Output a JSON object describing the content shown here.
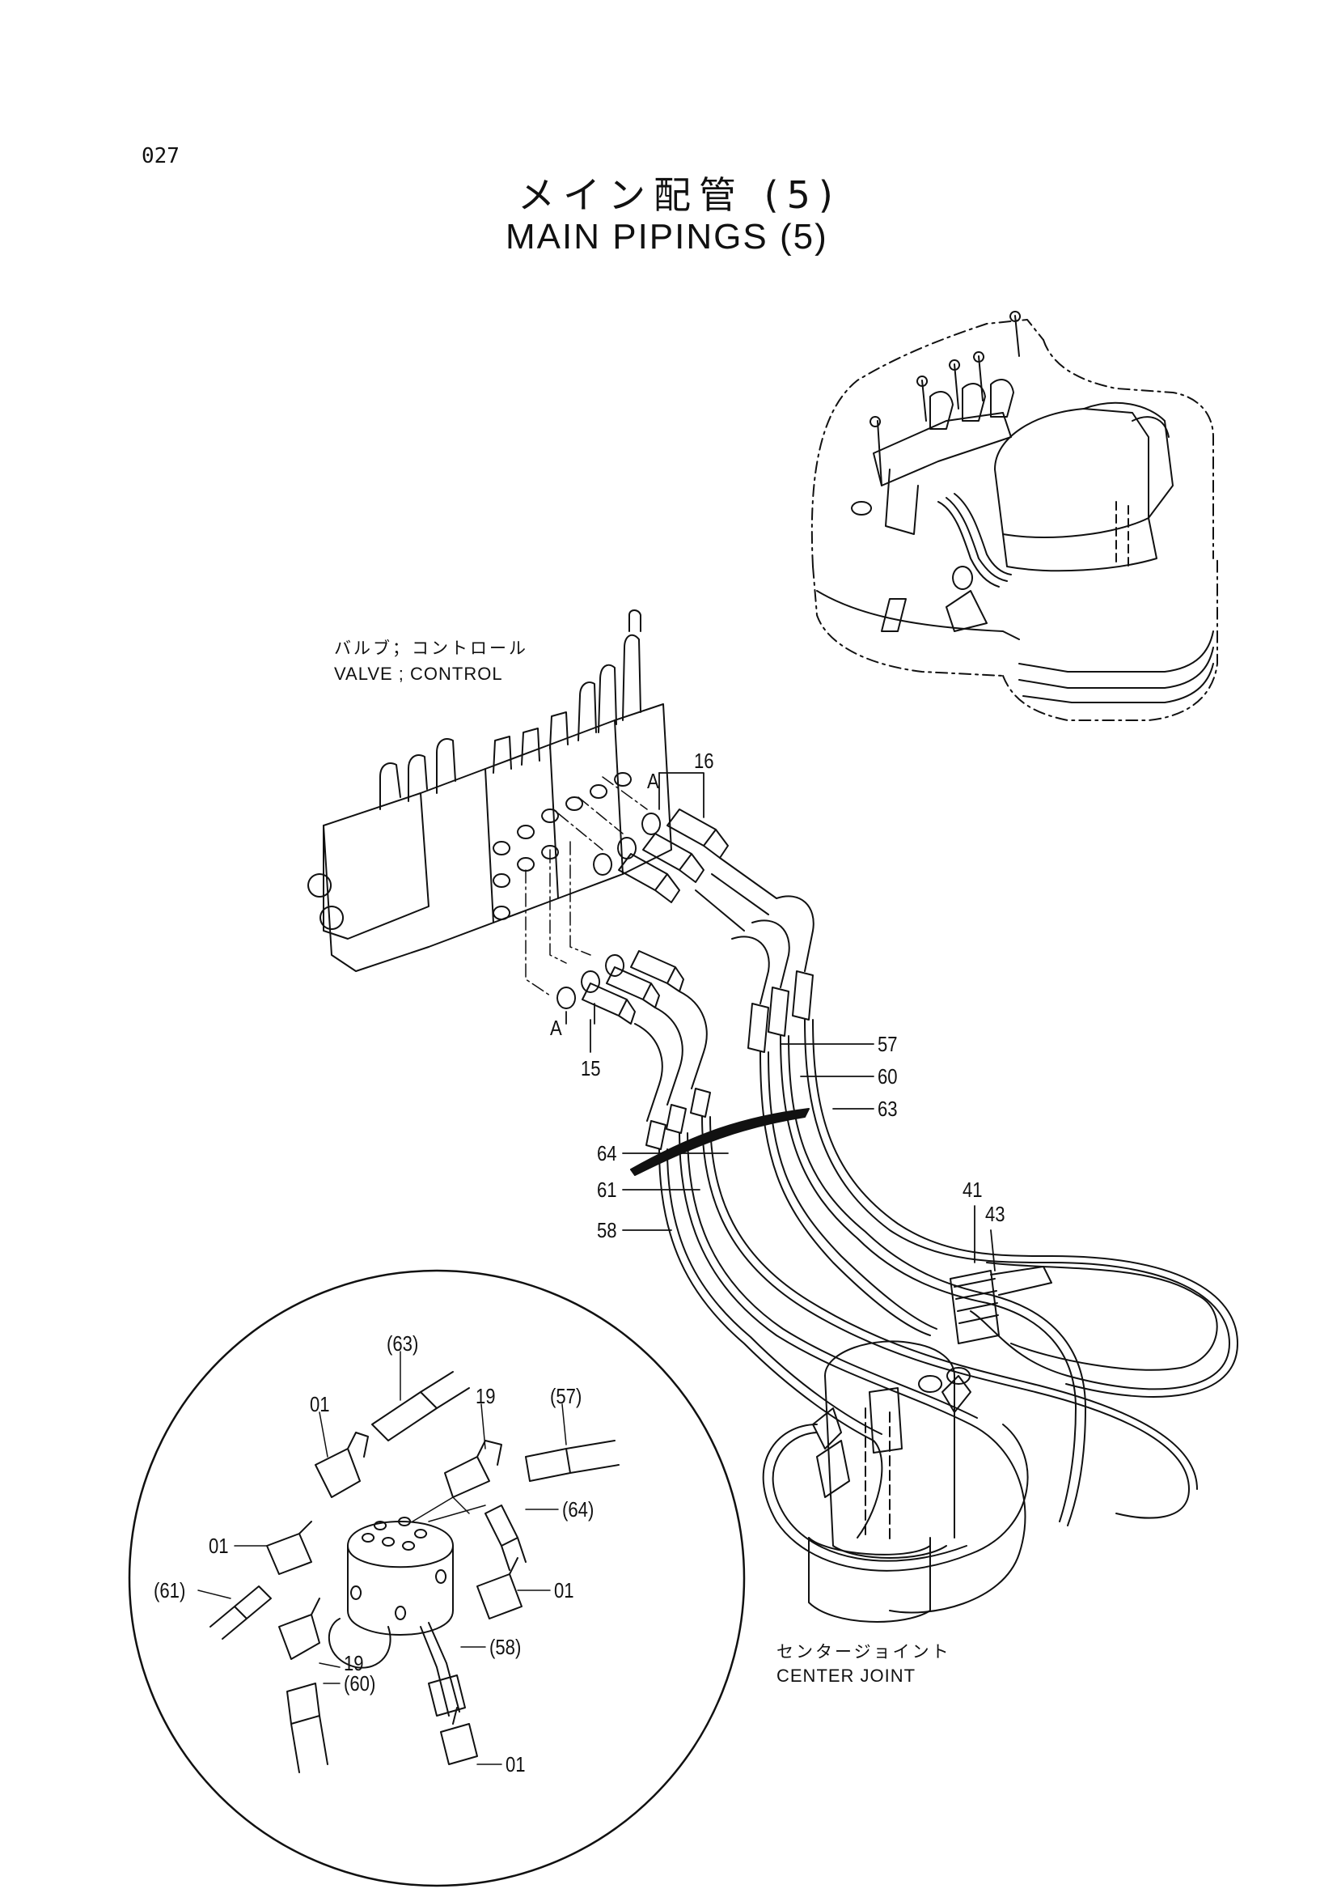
{
  "page": {
    "number": "027",
    "title_jp": "メイン配管 (5)",
    "title_en": "MAIN PIPINGS (5)"
  },
  "labels": {
    "valve_jp": "バルブ；コントロール",
    "valve_en": "VALVE ; CONTROL",
    "center_joint_jp": "センタージョイント",
    "center_joint_en": "CENTER JOINT",
    "port_a_1": "A",
    "port_a_2": "A"
  },
  "callouts": {
    "c16": "16",
    "c15": "15",
    "c57": "57",
    "c60": "60",
    "c63": "63",
    "c64": "64",
    "c61": "61",
    "c58": "58",
    "c41": "41",
    "c43": "43"
  },
  "detail_callouts": {
    "d63": "(63)",
    "d57": "(57)",
    "d64": "(64)",
    "d61": "(61)",
    "d58": "(58)",
    "d60": "(60)",
    "d01a": "01",
    "d01b": "01",
    "d01c": "01",
    "d01d": "01",
    "d19a": "19",
    "d19b": "19"
  }
}
